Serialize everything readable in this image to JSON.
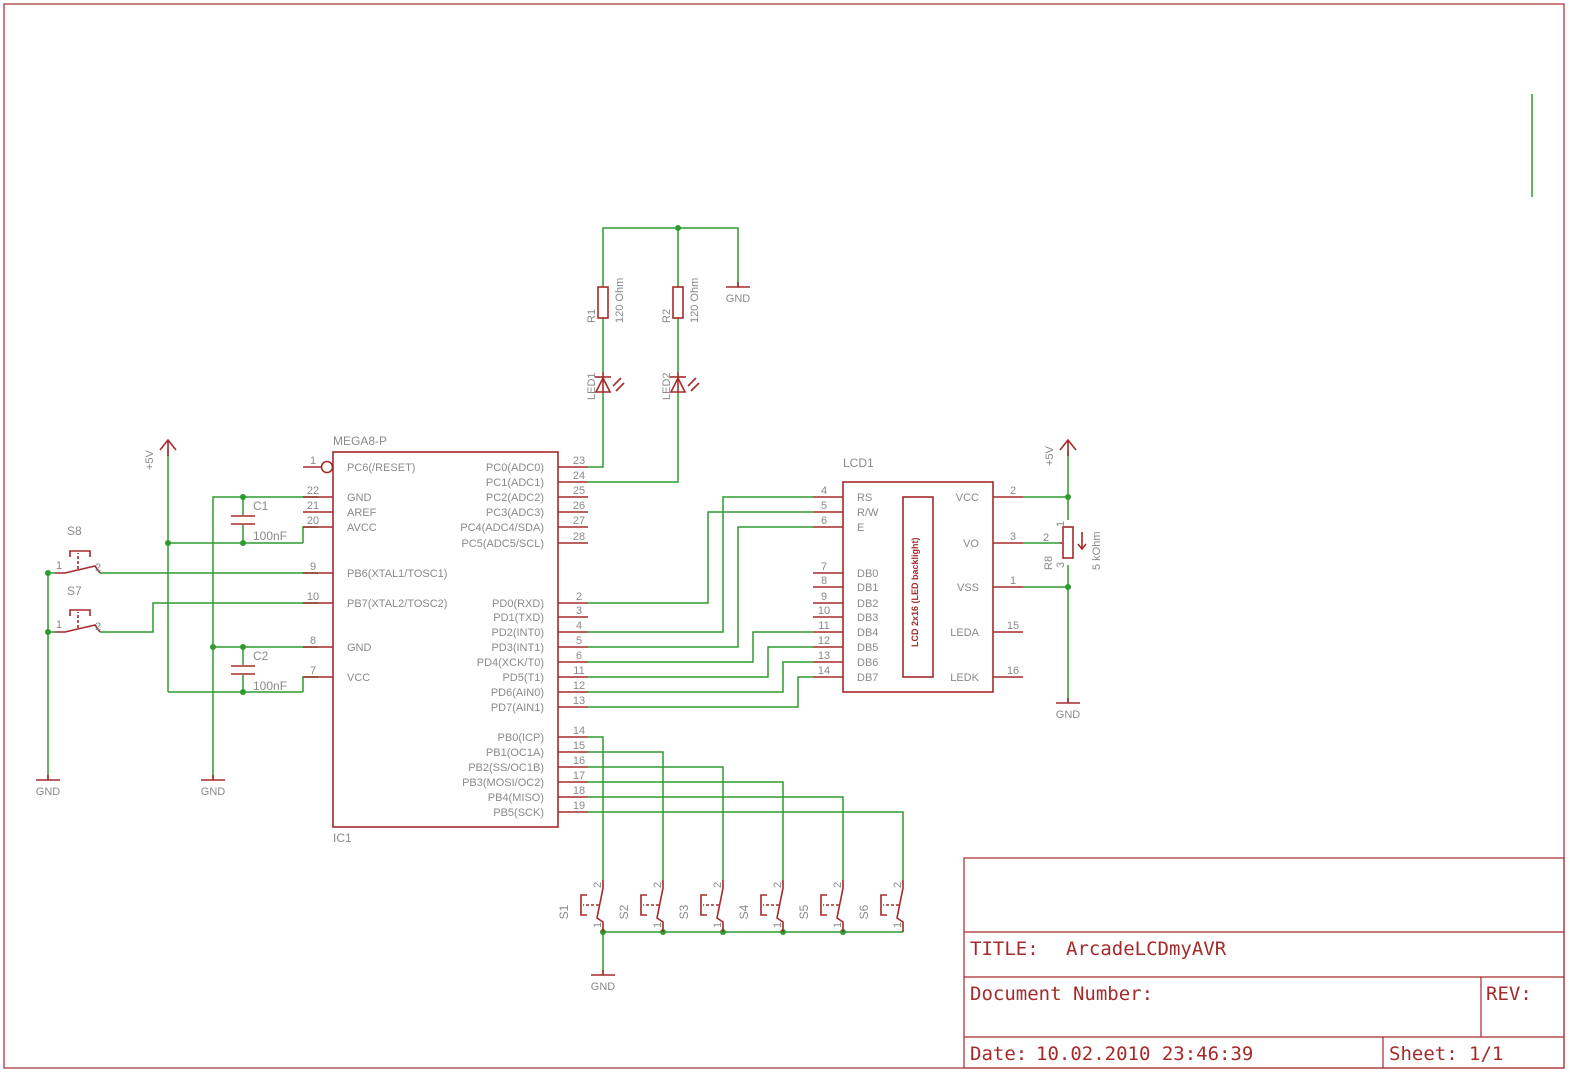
{
  "ic1": {
    "value": "MEGA8-P",
    "name": "IC1",
    "left_pins": [
      {
        "num": "1",
        "name": "PC6(/RESET)"
      },
      {
        "num": "22",
        "name": "GND"
      },
      {
        "num": "21",
        "name": "AREF"
      },
      {
        "num": "20",
        "name": "AVCC"
      },
      {
        "num": "9",
        "name": "PB6(XTAL1/TOSC1)"
      },
      {
        "num": "10",
        "name": "PB7(XTAL2/TOSC2)"
      },
      {
        "num": "8",
        "name": "GND"
      },
      {
        "num": "7",
        "name": "VCC"
      }
    ],
    "right_pins": [
      {
        "num": "23",
        "name": "PC0(ADC0)"
      },
      {
        "num": "24",
        "name": "PC1(ADC1)"
      },
      {
        "num": "25",
        "name": "PC2(ADC2)"
      },
      {
        "num": "26",
        "name": "PC3(ADC3)"
      },
      {
        "num": "27",
        "name": "PC4(ADC4/SDA)"
      },
      {
        "num": "28",
        "name": "PC5(ADC5/SCL)"
      },
      {
        "num": "2",
        "name": "PD0(RXD)"
      },
      {
        "num": "3",
        "name": "PD1(TXD)"
      },
      {
        "num": "4",
        "name": "PD2(INT0)"
      },
      {
        "num": "5",
        "name": "PD3(INT1)"
      },
      {
        "num": "6",
        "name": "PD4(XCK/T0)"
      },
      {
        "num": "11",
        "name": "PD5(T1)"
      },
      {
        "num": "12",
        "name": "PD6(AIN0)"
      },
      {
        "num": "13",
        "name": "PD7(AIN1)"
      },
      {
        "num": "14",
        "name": "PB0(ICP)"
      },
      {
        "num": "15",
        "name": "PB1(OC1A)"
      },
      {
        "num": "16",
        "name": "PB2(SS/OC1B)"
      },
      {
        "num": "17",
        "name": "PB3(MOSI/OC2)"
      },
      {
        "num": "18",
        "name": "PB4(MISO)"
      },
      {
        "num": "19",
        "name": "PB5(SCK)"
      }
    ]
  },
  "lcd": {
    "name": "LCD1",
    "inner_label": "LCD 2x16 (LED backlight)",
    "left_pins": [
      {
        "num": "4",
        "name": "RS"
      },
      {
        "num": "5",
        "name": "R/W"
      },
      {
        "num": "6",
        "name": "E"
      },
      {
        "num": "7",
        "name": "DB0"
      },
      {
        "num": "8",
        "name": "DB1"
      },
      {
        "num": "9",
        "name": "DB2"
      },
      {
        "num": "10",
        "name": "DB3"
      },
      {
        "num": "11",
        "name": "DB4"
      },
      {
        "num": "12",
        "name": "DB5"
      },
      {
        "num": "13",
        "name": "DB6"
      },
      {
        "num": "14",
        "name": "DB7"
      }
    ],
    "right_pins": [
      {
        "num": "2",
        "name": "VCC"
      },
      {
        "num": "3",
        "name": "VO"
      },
      {
        "num": "1",
        "name": "VSS"
      },
      {
        "num": "15",
        "name": "LEDA"
      },
      {
        "num": "16",
        "name": "LEDK"
      }
    ]
  },
  "components": {
    "c1_name": "C1",
    "c1_value": "100nF",
    "c2_name": "C2",
    "c2_value": "100nF",
    "r1_name": "R1",
    "r1_value": "120 Ohm",
    "r2_name": "R2",
    "r2_value": "120 Ohm",
    "led1_name": "LED1",
    "led2_name": "LED2",
    "r8_name": "R8",
    "r8_value": "5 kOhm",
    "r8_pin1": "1",
    "r8_pin2": "2",
    "r8_pin3": "3",
    "s8_name": "S8",
    "s7_name": "S7",
    "switches": [
      "S1",
      "S2",
      "S3",
      "S4",
      "S5",
      "S6"
    ],
    "switch_pin1": "1",
    "switch_pin2": "2"
  },
  "supplies": {
    "vcc": "+5V",
    "gnd": "GND"
  },
  "frame": {
    "title_label": "TITLE:",
    "title_value": "ArcadeLCDmyAVR",
    "docnum_label": "Document Number:",
    "rev_label": "REV:",
    "date_label": "Date:",
    "date_value": "10.02.2010 23:46:39",
    "sheet_label": "Sheet:",
    "sheet_value": "1/1"
  },
  "colors": {
    "part": "#a52a2a",
    "net": "#2e9b2e",
    "text": "#8a8a8a"
  }
}
